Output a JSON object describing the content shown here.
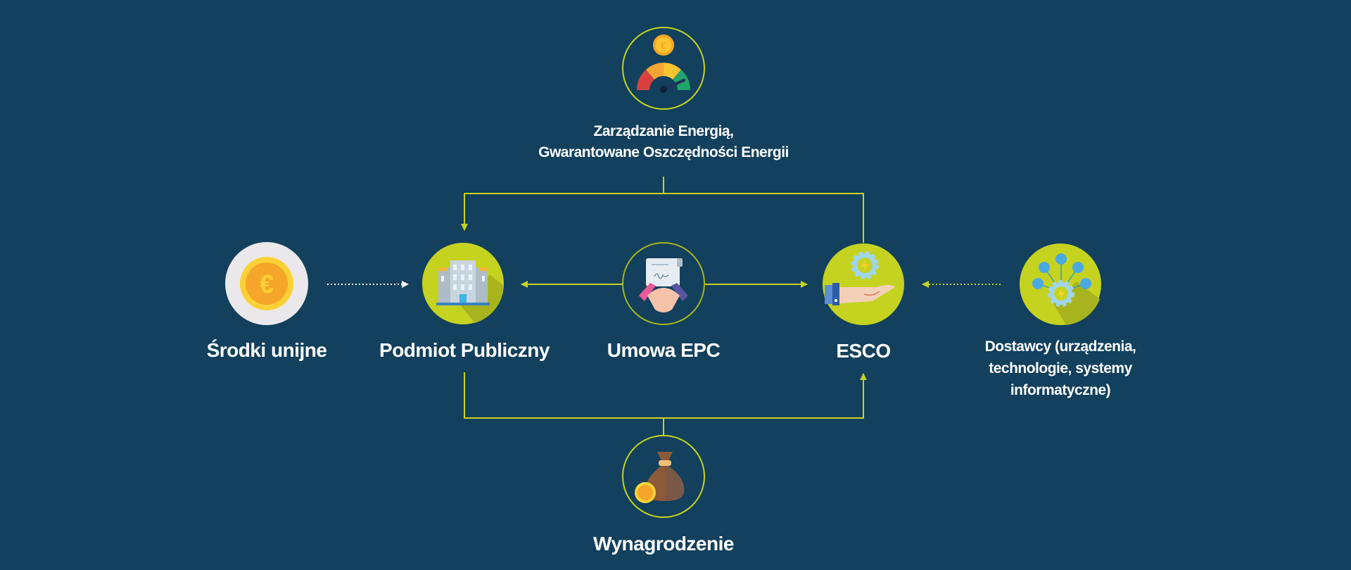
{
  "colors": {
    "background": "#12405d",
    "accent": "#c5d320",
    "white": "#ffffff"
  },
  "nodes": {
    "energy_management": {
      "label_line1": "Zarządzanie Energią,",
      "label_line2": "Gwarantowane Oszczędności Energii",
      "icon": "gauge-euro-icon"
    },
    "eu_funds": {
      "label": "Środki unijne",
      "icon": "euro-coin-icon"
    },
    "public_entity": {
      "label": "Podmiot Publiczny",
      "icon": "building-icon"
    },
    "epc_contract": {
      "label": "Umowa EPC",
      "icon": "handshake-contract-icon"
    },
    "esco": {
      "label": "ESCO",
      "icon": "hand-gear-icon"
    },
    "suppliers": {
      "label_line1": "Dostawcy (urządzenia,",
      "label_line2": "technologie, systemy",
      "label_line3": "informatyczne)",
      "icon": "gear-network-icon"
    },
    "remuneration": {
      "label": "Wynagrodzenie",
      "icon": "money-bag-icon"
    }
  }
}
